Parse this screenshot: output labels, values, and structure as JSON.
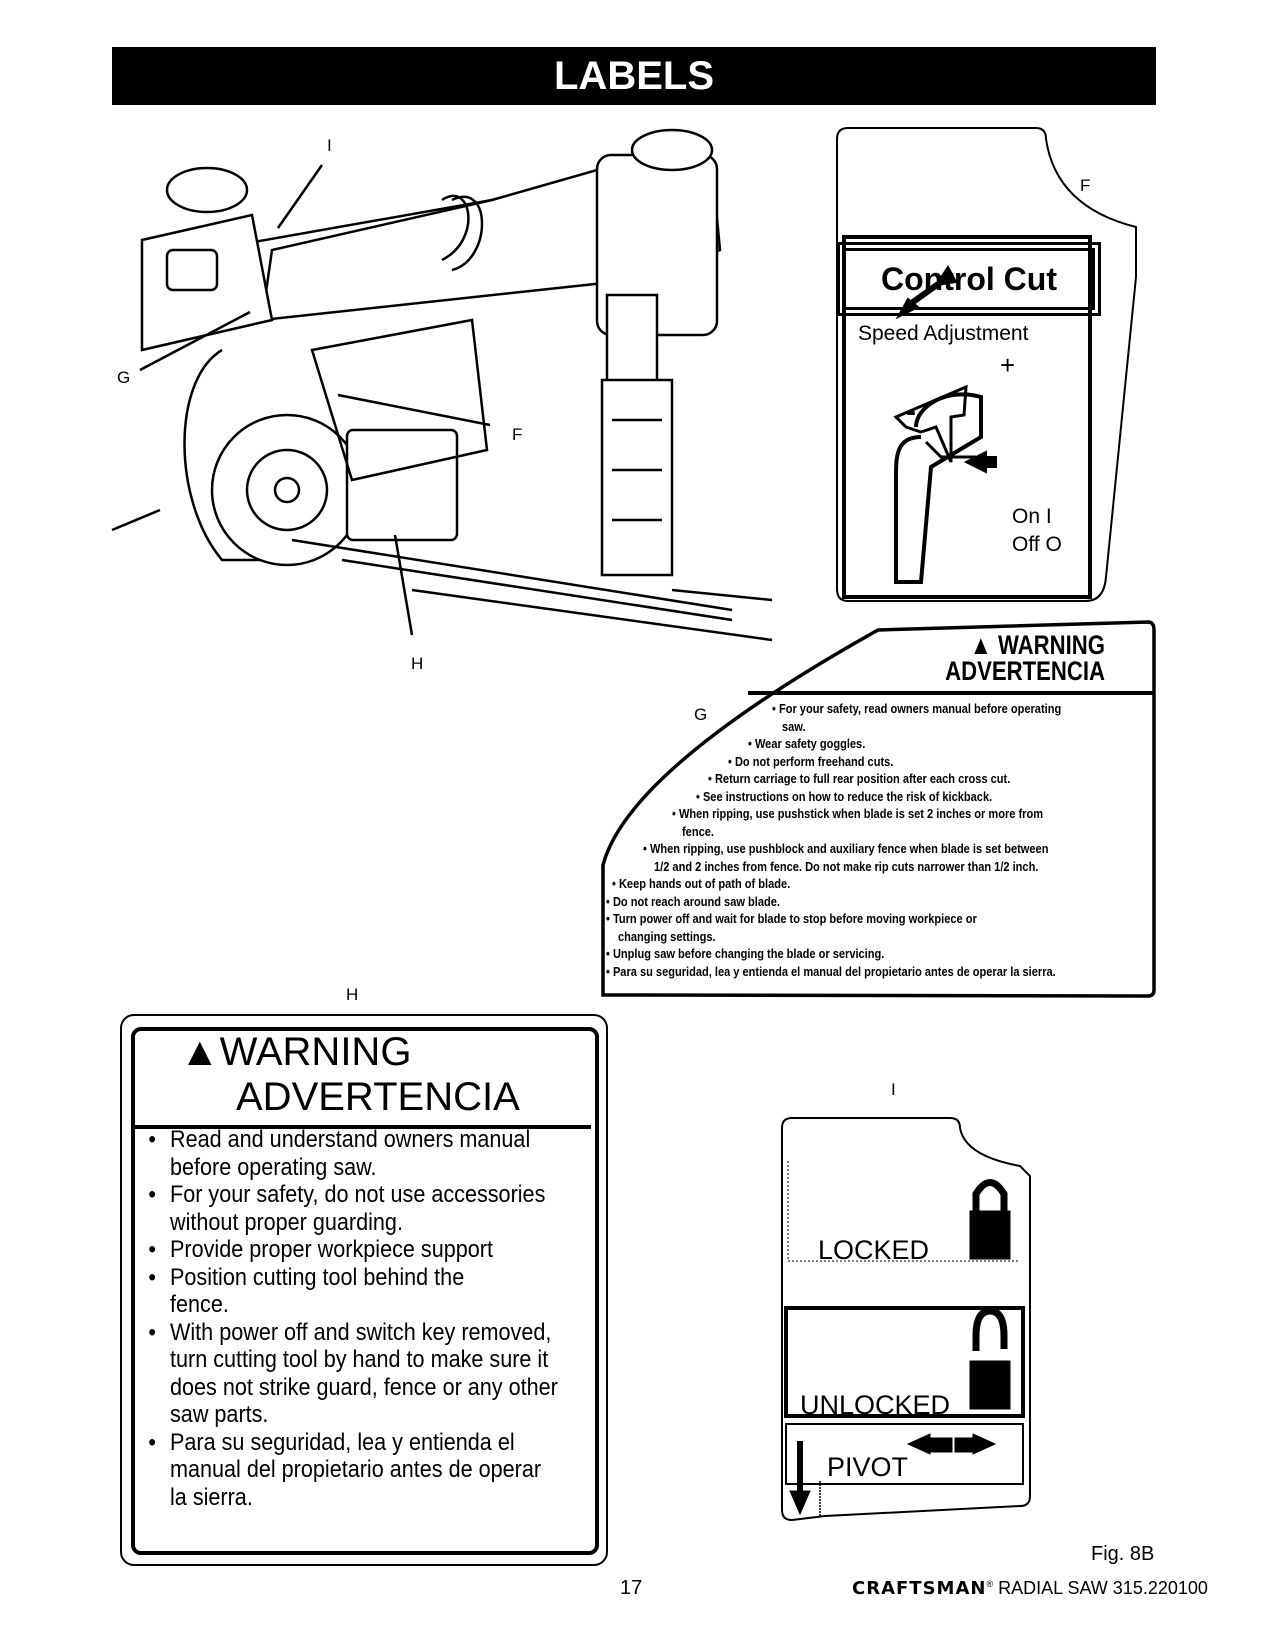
{
  "header": {
    "title": "LABELS"
  },
  "callouts": {
    "i_top": "I",
    "g_left": "G",
    "f_mid": "F",
    "h_bottom": "H",
    "f_right": "F",
    "g_warn": "G",
    "h_warn": "H",
    "i_lock": "I"
  },
  "label_f": {
    "title": "Control Cut",
    "subtitle": "Speed Adjustment",
    "plus": "+",
    "minus": "-",
    "on": "On  I",
    "off": "Off O"
  },
  "label_g": {
    "warning": "WARNING",
    "advertencia": "ADVERTENCIA",
    "items": [
      "• For your safety, read owners manual before operating",
      "saw.",
      "• Wear safety goggles.",
      "• Do not perform freehand cuts.",
      "• Return carriage to full rear position after each cross cut.",
      "•  See instructions on how to reduce the risk of kickback.",
      "• When ripping, use pushstick when blade is set 2 inches or more from",
      "fence.",
      "• When ripping, use pushblock and auxiliary fence when blade is set between",
      "1/2 and 2 inches from fence. Do not make rip cuts narrower than 1/2 inch.",
      "• Keep hands out of path of blade.",
      "• Do not reach around saw blade.",
      "• Turn power off and wait for blade to stop before moving workpiece or",
      "changing settings.",
      "• Unplug saw before changing the blade or servicing.",
      "• Para su seguridad, lea y entienda el manual del propietario antes de operar la sierra."
    ]
  },
  "label_h": {
    "warning": "WARNING",
    "advertencia": "ADVERTENCIA",
    "items": [
      "Read and understand owners manual before operating saw.",
      "For your safety, do not use accessories without proper guarding.",
      "Provide proper workpiece support",
      "Position cutting tool behind the fence.",
      "With power off and switch key removed, turn cutting tool by hand to make sure it does not strike guard, fence or any other saw parts.",
      "Para su seguridad, lea y entienda el manual del propietario antes de operar la sierra."
    ]
  },
  "label_i": {
    "locked": "LOCKED",
    "unlocked": "UNLOCKED",
    "pivot": "PIVOT"
  },
  "footer": {
    "figure": "Fig. 8B",
    "page_number": "17",
    "brand": "CRAFTSMAN",
    "reg": "®",
    "model": "RADIAL SAW 315.220100"
  }
}
